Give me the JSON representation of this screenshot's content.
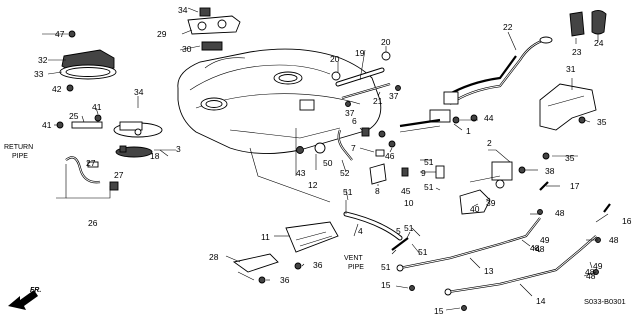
{
  "diagram": {
    "callouts": [
      "1",
      "2",
      "3",
      "4",
      "5",
      "6",
      "7",
      "8",
      "9",
      "10",
      "11",
      "12",
      "13",
      "14",
      "15",
      "15",
      "16",
      "17",
      "18",
      "19",
      "20",
      "20",
      "21",
      "22",
      "23",
      "24",
      "25",
      "26",
      "27",
      "27",
      "28",
      "29",
      "30",
      "31",
      "32",
      "33",
      "34",
      "34",
      "35",
      "35",
      "36",
      "36",
      "37",
      "37",
      "38",
      "39",
      "40",
      "41",
      "41",
      "42",
      "43",
      "44",
      "45",
      "46",
      "47",
      "48",
      "48",
      "48",
      "48",
      "48",
      "48",
      "49",
      "49",
      "50",
      "51",
      "51",
      "51",
      "51",
      "51",
      "51",
      "52"
    ],
    "notes": {
      "return_pipe": [
        "RETURN",
        "PIPE"
      ],
      "vent_pipe": [
        "VENT",
        "PIPE"
      ],
      "front_arrow": "FR."
    },
    "diagram_code": "S033-B0301"
  }
}
